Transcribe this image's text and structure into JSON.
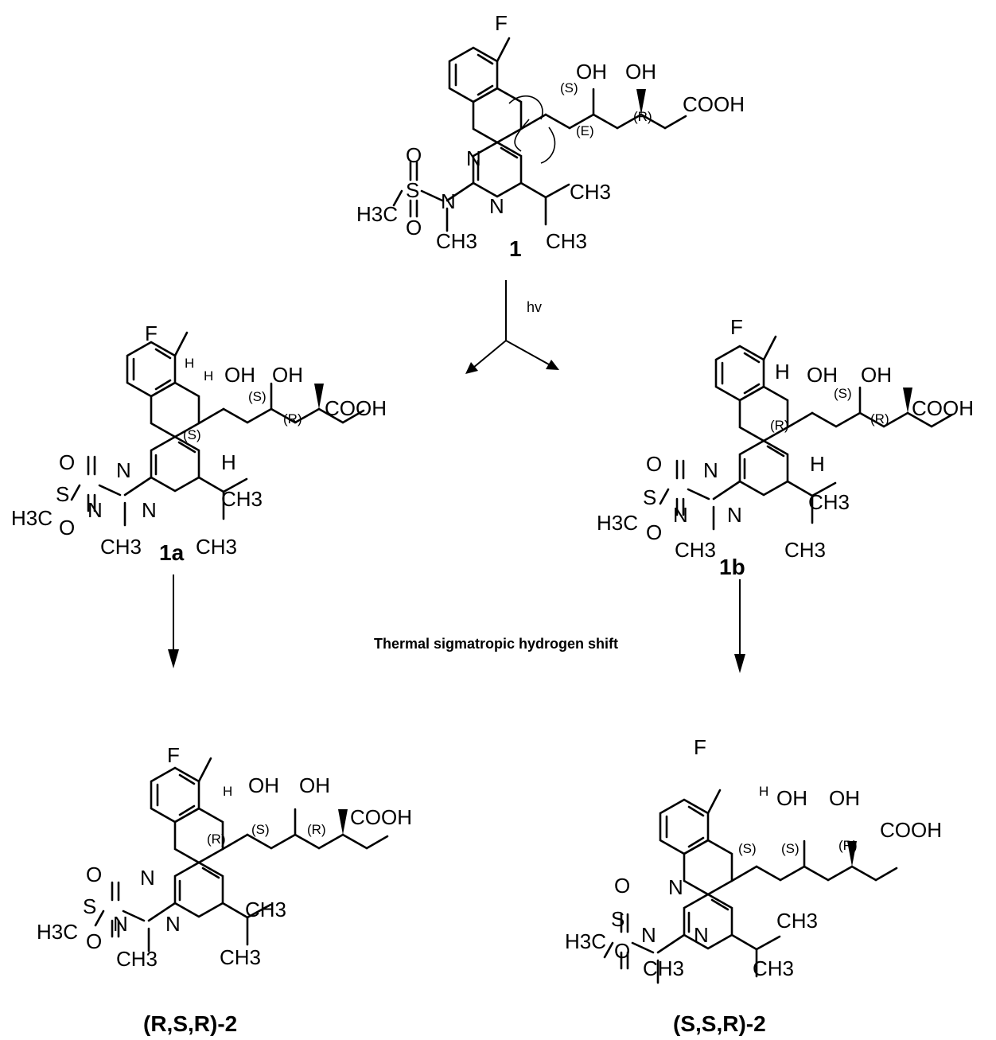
{
  "atoms": {
    "F": "F",
    "OH": "OH",
    "COOH": "COOH",
    "N": "N",
    "S": "S",
    "O": "O",
    "H": "H",
    "H3C": "H3C",
    "CH3": "CH3"
  },
  "stereo": {
    "S": "(S)",
    "R": "(R)",
    "E": "(E)"
  },
  "compounds": {
    "c1": "1",
    "c1a": "1a",
    "c1b": "1b",
    "rsr": "(R,S,R)-2",
    "ssr": "(S,S,R)-2"
  },
  "conditions": {
    "light": "hv",
    "thermal": "Thermal sigmatropic hydrogen shift"
  }
}
